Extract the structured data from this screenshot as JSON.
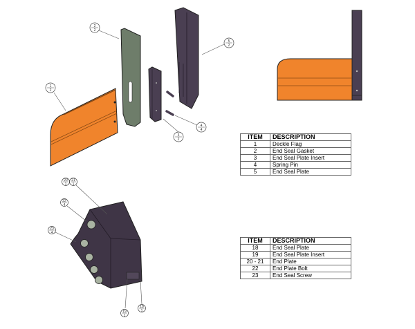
{
  "balloons_top": [
    {
      "item": "1",
      "qty": "2"
    },
    {
      "item": "2",
      "qty": "2"
    },
    {
      "item": "3",
      "qty": "2"
    },
    {
      "item": "4",
      "qty": "4"
    },
    {
      "item": "5",
      "qty": "2"
    }
  ],
  "balloons_bottom": [
    {
      "item": "20",
      "qty": "1"
    },
    {
      "item": "21",
      "qty": "1"
    },
    {
      "item": "22",
      "qty": "4"
    },
    {
      "item": "23",
      "qty": "4"
    },
    {
      "item": "19",
      "qty": "1"
    },
    {
      "item": "18",
      "qty": "1"
    }
  ],
  "colors": {
    "orange": "#f0842c",
    "green": "#6e7d6a",
    "purple": "#4a3f52",
    "bolt": "#a9b3a2"
  },
  "table1": {
    "headers": [
      "ITEM",
      "DESCRIPTION"
    ],
    "rows": [
      {
        "item": "1",
        "desc": "Deckle Flag"
      },
      {
        "item": "2",
        "desc": "End Seal Gasket"
      },
      {
        "item": "3",
        "desc": "End Seal Plate Insert"
      },
      {
        "item": "4",
        "desc": "Spring Pin"
      },
      {
        "item": "5",
        "desc": "End Seal Plate"
      }
    ]
  },
  "table2": {
    "headers": [
      "ITEM",
      "DESCRIPTION"
    ],
    "rows": [
      {
        "item": "18",
        "desc": "End Seal Plate"
      },
      {
        "item": "19",
        "desc": "End Seal Plate Insert"
      },
      {
        "item": "20 - 21",
        "desc": "End Plate"
      },
      {
        "item": "22",
        "desc": "End Plate Bolt"
      },
      {
        "item": "23",
        "desc": "End Seal Screw"
      }
    ]
  }
}
